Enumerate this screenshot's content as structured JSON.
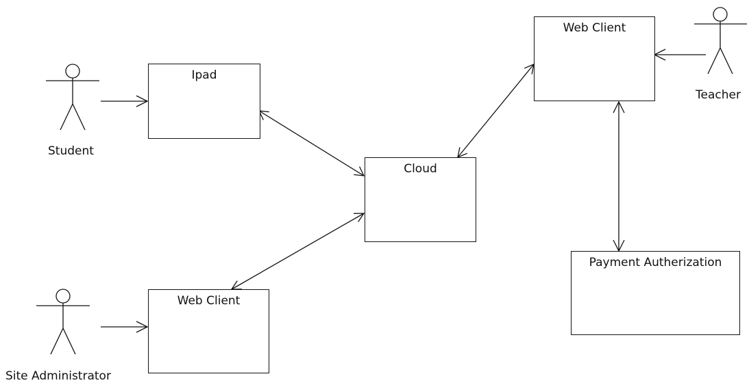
{
  "diagram": {
    "nodes": {
      "ipad": {
        "label": "Ipad"
      },
      "cloud": {
        "label": "Cloud"
      },
      "web_client_admin": {
        "label": "Web Client"
      },
      "web_client_teacher": {
        "label": "Web Client"
      },
      "payment": {
        "label": "Payment Autherization"
      }
    },
    "actors": {
      "student": {
        "label": "Student"
      },
      "site_admin": {
        "label": "Site Administrator"
      },
      "teacher": {
        "label": "Teacher"
      }
    },
    "edges": [
      {
        "from": "student",
        "to": "ipad",
        "direction": "to"
      },
      {
        "from": "site_admin",
        "to": "web_client_admin",
        "direction": "to"
      },
      {
        "from": "teacher",
        "to": "web_client_teacher",
        "direction": "to"
      },
      {
        "from": "ipad",
        "to": "cloud",
        "direction": "both"
      },
      {
        "from": "web_client_admin",
        "to": "cloud",
        "direction": "both"
      },
      {
        "from": "cloud",
        "to": "web_client_teacher",
        "direction": "both"
      },
      {
        "from": "web_client_teacher",
        "to": "payment",
        "direction": "both"
      }
    ]
  }
}
